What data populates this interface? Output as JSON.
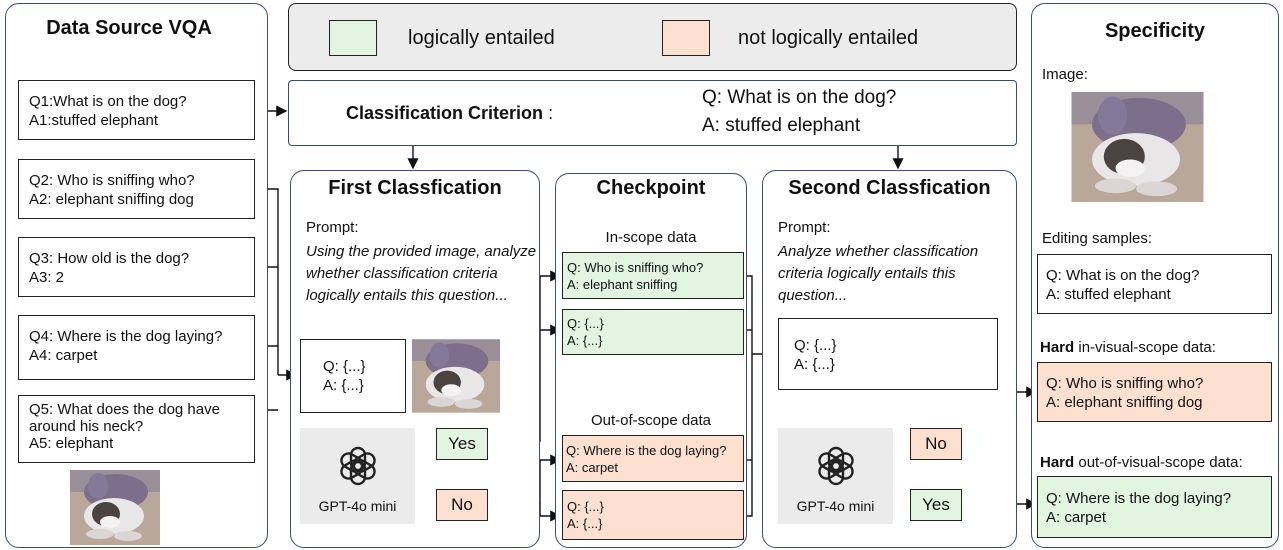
{
  "legend": {
    "entailed_label": "logically entailed",
    "not_entailed_label": "not logically entailed",
    "entailed_color": "#e2f5e1",
    "not_entailed_color": "#fde0d0"
  },
  "source": {
    "title": "Data Source VQA",
    "items": [
      {
        "q": "Q1:What is on the dog?",
        "a": "A1:stuffed elephant"
      },
      {
        "q": "Q2: Who is sniffing who?",
        "a": "A2: elephant sniffing dog"
      },
      {
        "q": "Q3: How old is the dog?",
        "a": "A3: 2"
      },
      {
        "q": "Q4: Where is the dog laying?",
        "a": "A4: carpet"
      },
      {
        "q": "Q5: What does the dog have around his neck?",
        "a": "A5: elephant"
      }
    ]
  },
  "criterion": {
    "label": "Classification Criterion",
    "colon": ":",
    "q": "Q: What is on the dog?",
    "a": "A: stuffed elephant"
  },
  "first": {
    "title": "First Classfication",
    "prompt_label": "Prompt:",
    "prompt_text": "Using the provided image, analyze whether classification criteria logically entails this question...",
    "q": "Q: {...}",
    "a": "A: {...}",
    "model": "GPT-4o mini",
    "yes": "Yes",
    "no": "No"
  },
  "checkpoint": {
    "title": "Checkpoint",
    "in_scope_label": "In-scope data",
    "out_scope_label": "Out-of-scope data",
    "in_items": [
      {
        "q": "Q: Who is sniffing who?",
        "a": "A: elephant sniffing"
      },
      {
        "q": "Q: {...}",
        "a": "A: {...}"
      }
    ],
    "out_items": [
      {
        "q": "Q: Where is the dog laying?",
        "a": "A: carpet"
      },
      {
        "q": "Q: {...}",
        "a": "A: {...}"
      }
    ]
  },
  "second": {
    "title": "Second Classfication",
    "prompt_label": "Prompt:",
    "prompt_text": "Analyze whether classification criteria logically entails this question...",
    "q": "Q: {...}",
    "a": "A: {...}",
    "model": "GPT-4o mini",
    "no": "No",
    "yes": "Yes"
  },
  "specificity": {
    "title": "Specificity",
    "image_label": "Image:",
    "editing_label": "Editing samples:",
    "editing": {
      "q": "Q: What is on the dog?",
      "a": "A: stuffed elephant"
    },
    "hard_word": "Hard",
    "hard_in_label": " in-visual-scope data:",
    "hard_in": {
      "q": "Q: Who is sniffing who?",
      "a": "A: elephant sniffing dog"
    },
    "hard_out_label": " out-of-visual-scope data:",
    "hard_out": {
      "q": "Q: Where is the dog laying?",
      "a": "A: carpet"
    }
  }
}
